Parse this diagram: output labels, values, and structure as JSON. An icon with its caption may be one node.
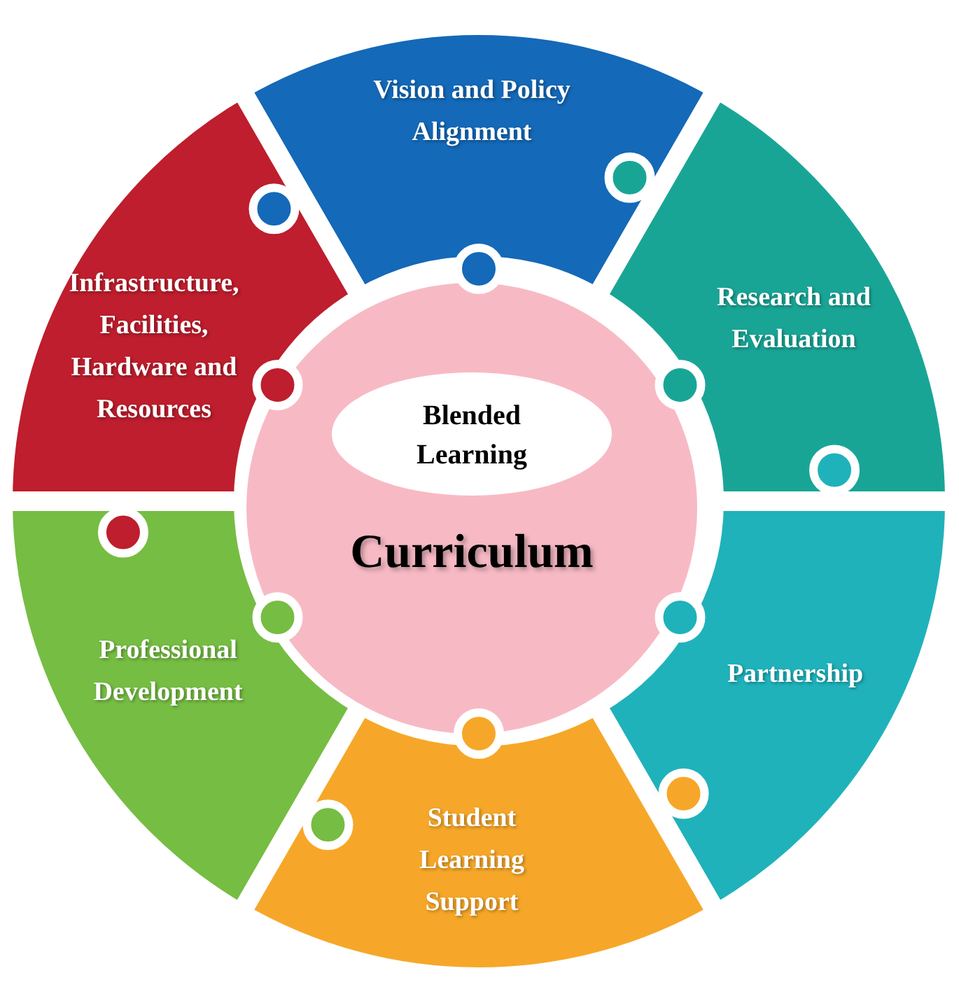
{
  "diagram": {
    "nodes": [
      {
        "text": [
          "Vision and Policy Alignment"
        ]
      },
      {
        "text": [
          "Infrastructure, Facilities, Hardware and Resources"
        ]
      },
      {
        "text": [
          "Research and Evaluation"
        ]
      },
      {
        "text": [
          "Curriculum"
        ]
      },
      {
        "text": [
          "Blended Learning"
        ],
        "in": 3
      },
      {
        "text": [
          "Professional Development"
        ]
      },
      {
        "text": [
          "Partnership"
        ]
      },
      {
        "text": [
          "Student Learning Support"
        ]
      }
    ]
  }
}
